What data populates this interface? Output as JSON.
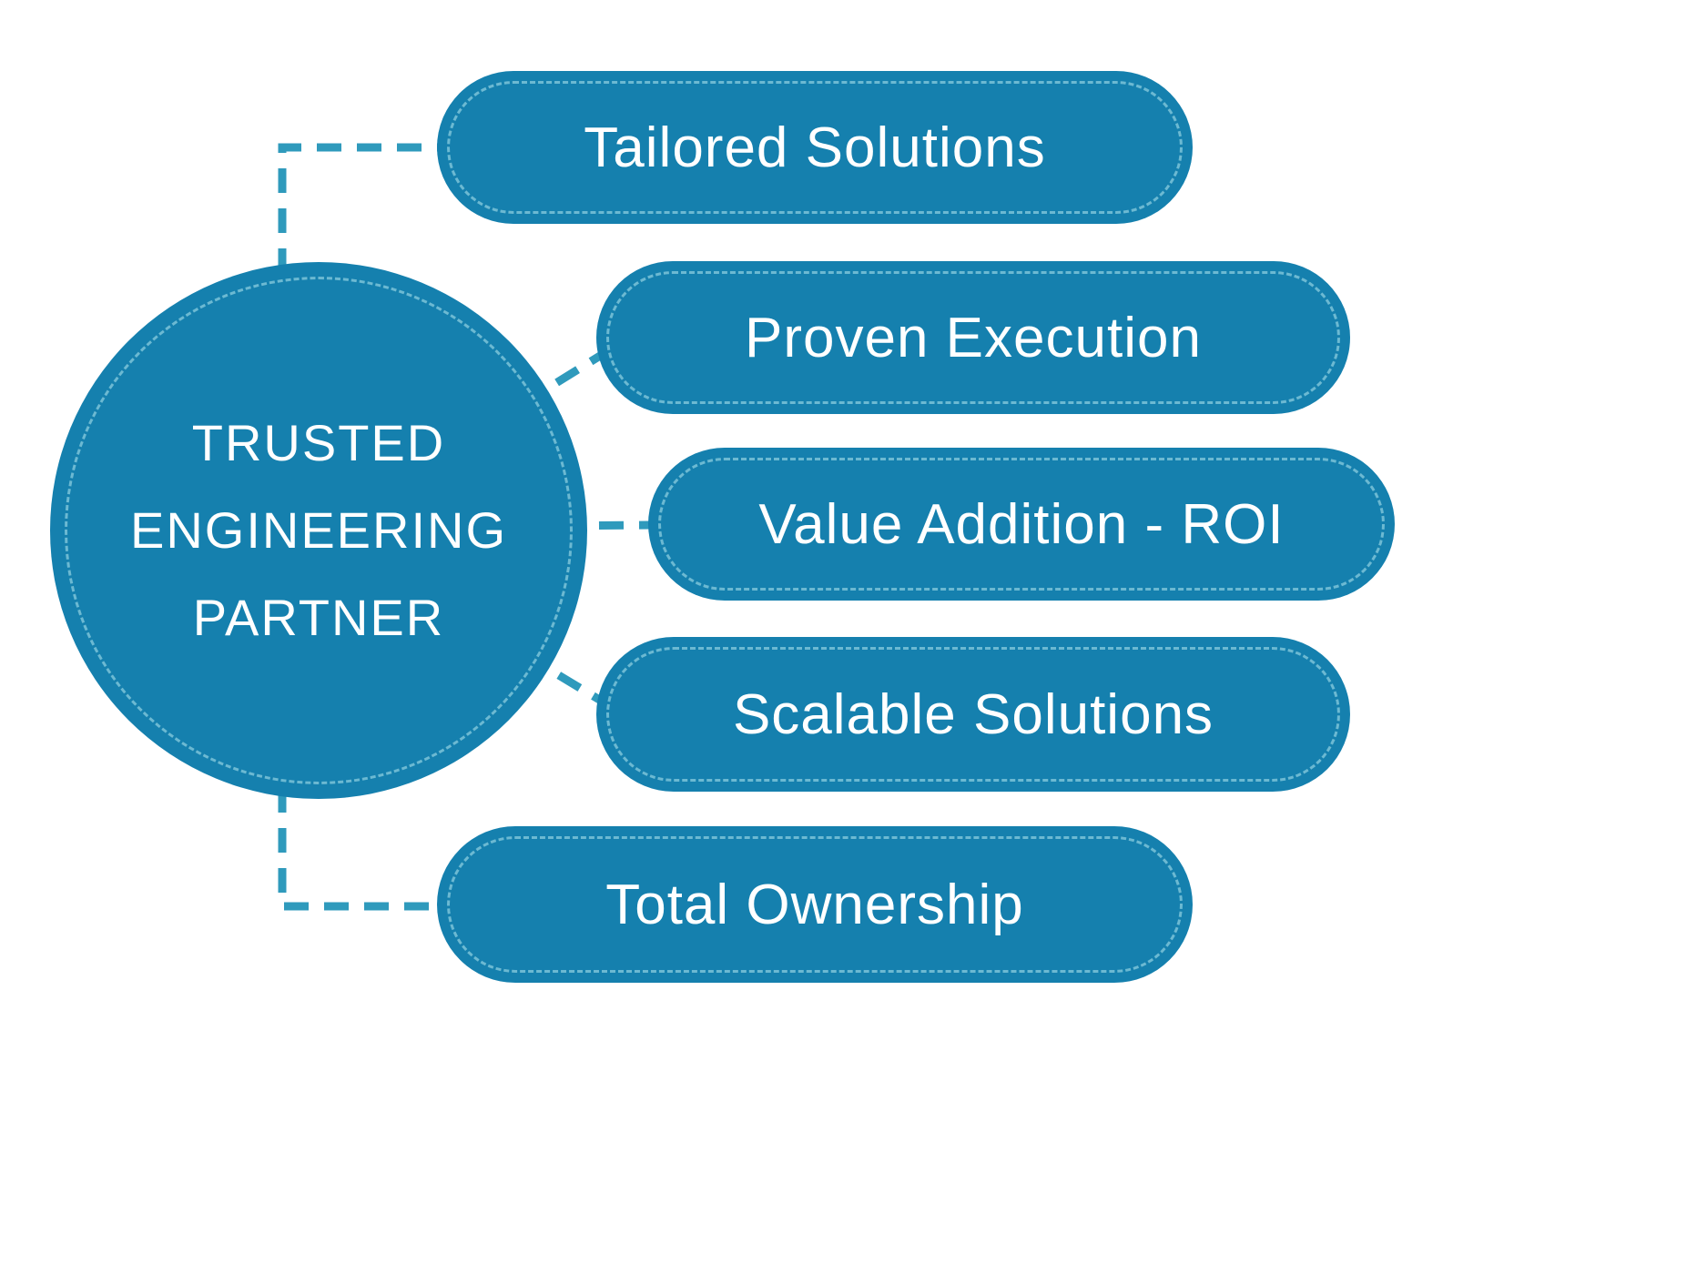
{
  "diagram": {
    "title": "Trusted Engineering Partner diagram",
    "center": {
      "lines": [
        "TRUSTED",
        "ENGINEERING",
        "PARTNER"
      ]
    },
    "nodes": [
      {
        "label": "Tailored Solutions"
      },
      {
        "label": "Proven Execution"
      },
      {
        "label": "Value Addition - ROI"
      },
      {
        "label": "Scalable Solutions"
      },
      {
        "label": "Total Ownership"
      }
    ],
    "colors": {
      "primary": "#1580ae",
      "connector": "#2f9abc",
      "inner_dash": "#6cb9d2",
      "text": "#ffffff",
      "background": "#ffffff"
    }
  }
}
